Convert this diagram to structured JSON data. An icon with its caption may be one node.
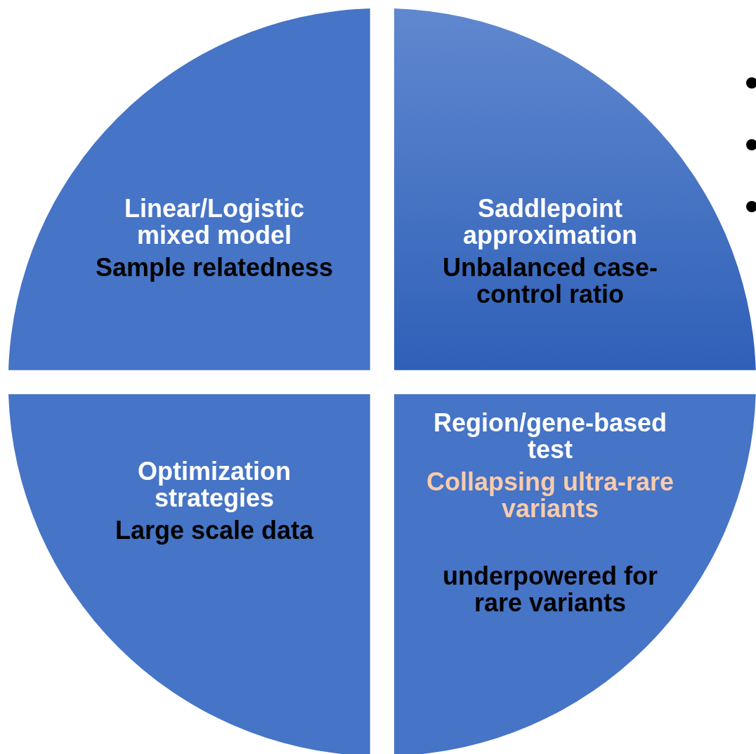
{
  "diagram": {
    "nodes": [
      {
        "text": [
          "Linear/Logistic mixed model",
          "Sample relatedness"
        ]
      },
      {
        "text": [
          "Saddlepoint approximation",
          "Unbalanced case-control ratio"
        ]
      },
      {
        "text": [
          "Optimization strategies",
          "Large scale data"
        ]
      },
      {
        "text": [
          "Region/gene-based test",
          "Collapsing ultra-rare variants",
          "underpowered for rare variants"
        ]
      }
    ]
  }
}
